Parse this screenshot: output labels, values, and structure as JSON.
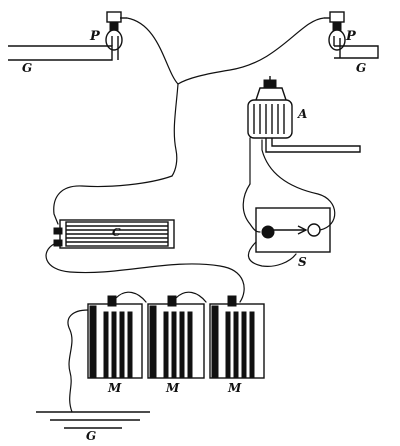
{
  "labels": {
    "pipe_left": "G",
    "pipe_right": "G",
    "pump_left": "P",
    "pump_right": "P",
    "motor": "A",
    "coil": "C",
    "switch": "S",
    "cell_1": "M",
    "cell_2": "M",
    "cell_3": "M",
    "ground": "G"
  }
}
